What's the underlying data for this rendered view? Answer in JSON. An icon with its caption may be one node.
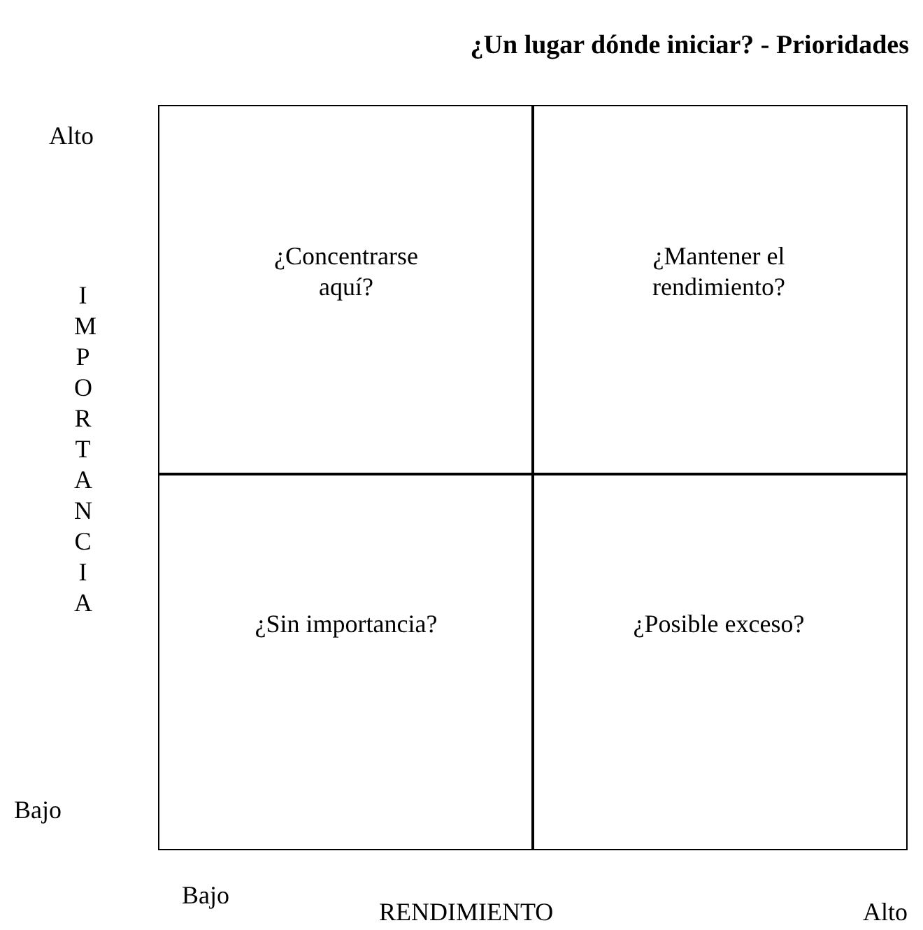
{
  "diagram": {
    "title": "¿Un lugar dónde iniciar? - Prioridades",
    "nodes": [
      {
        "text": [
          "¿Concentrarse aquí?"
        ]
      },
      {
        "text": [
          "¿Mantener el rendimiento?"
        ]
      },
      {
        "text": [
          "¿Sin importancia?"
        ]
      },
      {
        "text": [
          "¿Posible exceso?"
        ]
      }
    ],
    "labels": [
      "Alto",
      "IMPORTANCIA",
      "Bajo",
      "Bajo",
      "RENDIMIENTO",
      "Alto"
    ]
  }
}
